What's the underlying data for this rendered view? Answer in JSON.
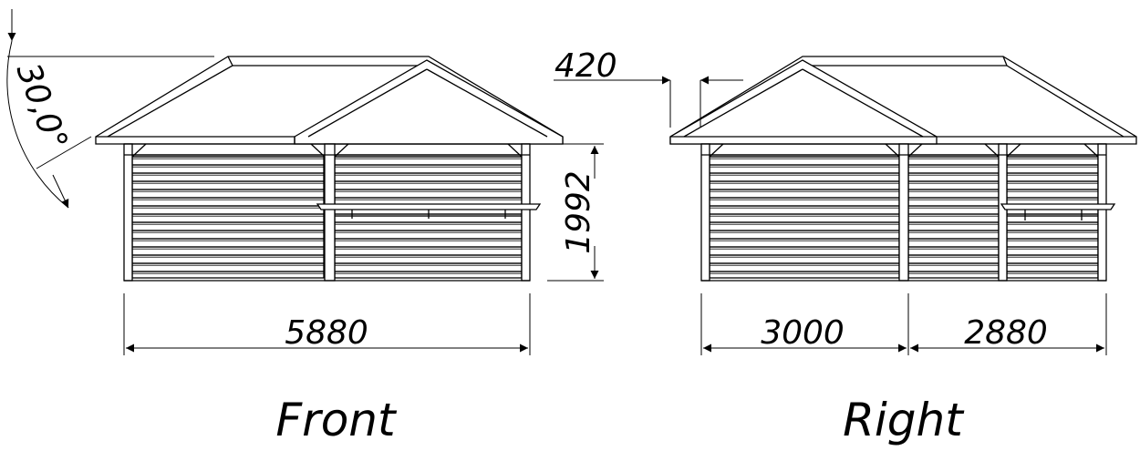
{
  "views": {
    "front": {
      "title": "Front"
    },
    "right": {
      "title": "Right"
    }
  },
  "dimensions": {
    "roof_angle": "30,0°",
    "overhang": "420",
    "height": "1992",
    "front_width": "5880",
    "right_width_1": "3000",
    "right_width_2": "2880"
  }
}
